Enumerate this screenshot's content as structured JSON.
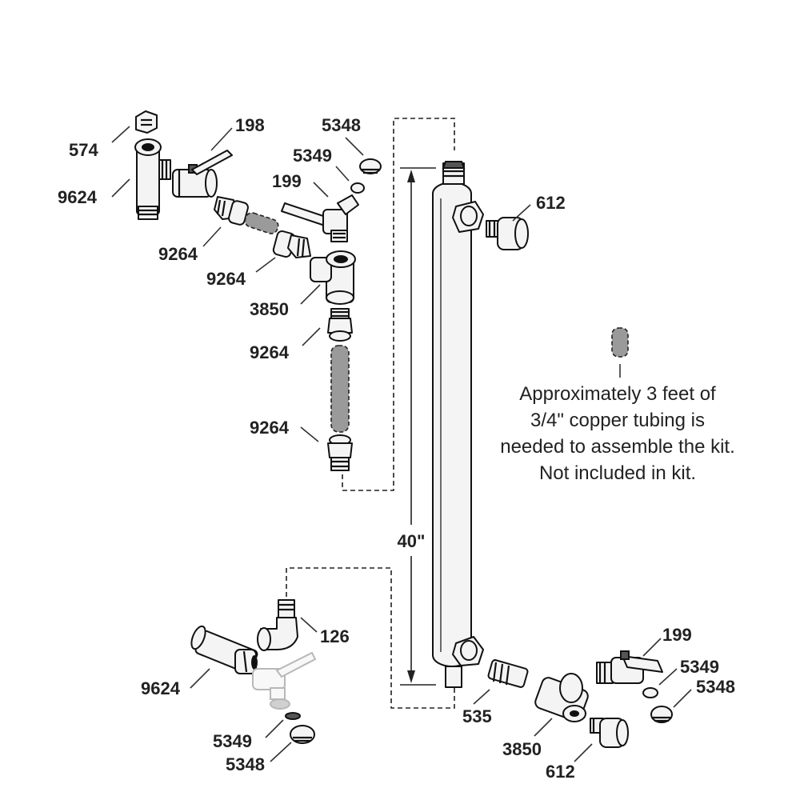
{
  "labels": {
    "574": "574",
    "9624_top": "9624",
    "198": "198",
    "5348_top": "5348",
    "5349_top": "5349",
    "199_top": "199",
    "612_top": "612",
    "9264_a": "9264",
    "9264_b": "9264",
    "3850_top": "3850",
    "9264_c": "9264",
    "9264_d": "9264",
    "dimension": "40\"",
    "126": "126",
    "9624_bottom": "9624",
    "5349_bottom_left": "5349",
    "5348_bottom_left": "5348",
    "535": "535",
    "3850_bottom": "3850",
    "612_bottom": "612",
    "199_bottom": "199",
    "5349_bottom_right": "5349",
    "5348_bottom_right": "5348"
  },
  "note": {
    "line1": "Approximately 3 feet of",
    "line2": "3/4\" copper tubing is",
    "line3": "needed to assemble the kit.",
    "line4": "Not included in kit."
  },
  "colors": {
    "line": "#111111",
    "tube_fill": "#9a9a9a",
    "ghost": "#b8b8b8"
  }
}
